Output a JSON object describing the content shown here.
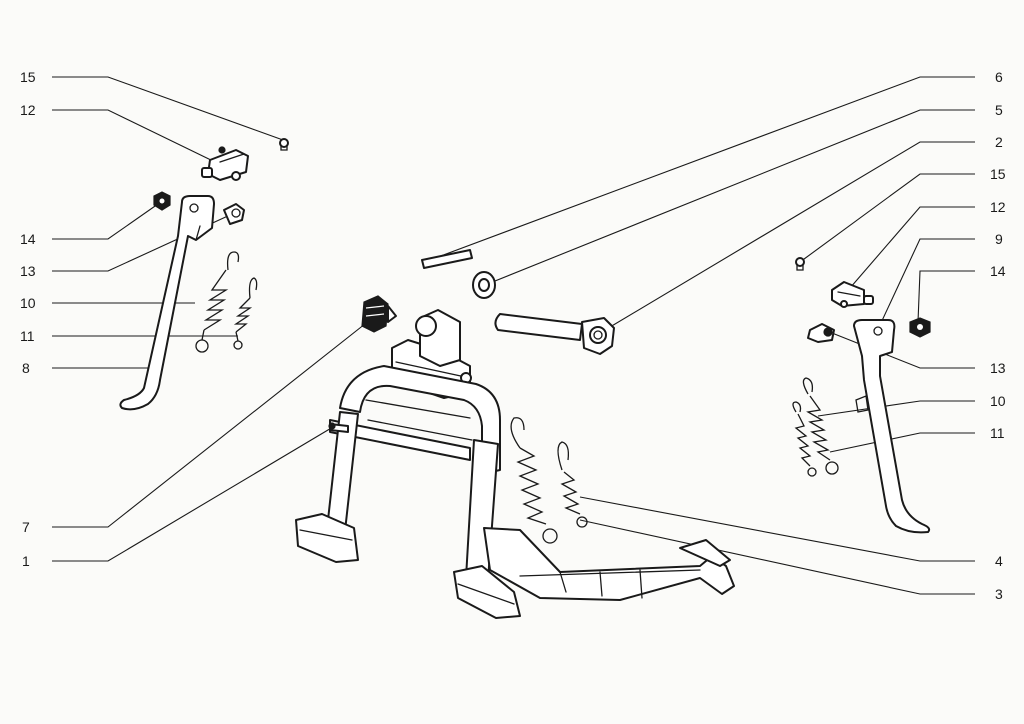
{
  "labels": {
    "left_15": "15",
    "left_12": "12",
    "left_14": "14",
    "left_13": "13",
    "left_10": "10",
    "left_11": "11",
    "left_8": "8",
    "left_7": "7",
    "left_1": "1",
    "right_6": "6",
    "right_5": "5",
    "right_2": "2",
    "right_15": "15",
    "right_12": "12",
    "right_9": "9",
    "right_14": "14",
    "right_13": "13",
    "right_10": "10",
    "right_11": "11",
    "right_4": "4",
    "right_3": "3"
  }
}
